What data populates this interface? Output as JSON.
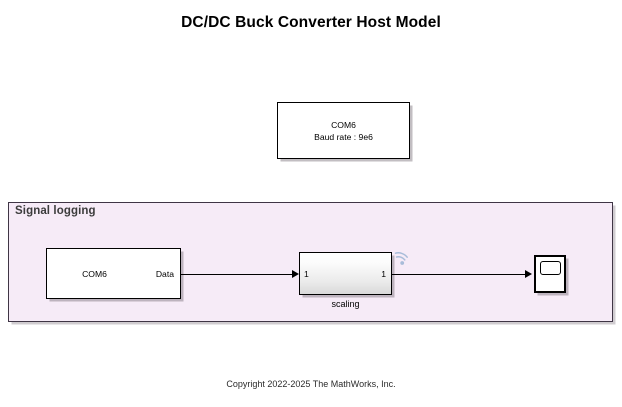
{
  "page": {
    "title": "DC/DC Buck Converter Host Model",
    "copyright": "Copyright 2022-2025 The MathWorks, Inc.",
    "canvas_background": "#ffffff"
  },
  "config_block": {
    "name": "serial-configuration-block",
    "port_line": "COM6",
    "baud_line": "Baud rate : 9e6"
  },
  "area": {
    "label": "Signal logging",
    "background": "#f6ebf7",
    "border_color": "#3f3545"
  },
  "blocks": {
    "receive": {
      "center_label": "COM6",
      "output_port_label": "Data"
    },
    "subsystem": {
      "input_port_label": "1",
      "output_port_label": "1",
      "caption": "scaling"
    },
    "scope": {
      "caption": ""
    }
  },
  "badges": {
    "signal_logging_icon": "signal-logging-icon",
    "color": "#9fb4d8"
  }
}
